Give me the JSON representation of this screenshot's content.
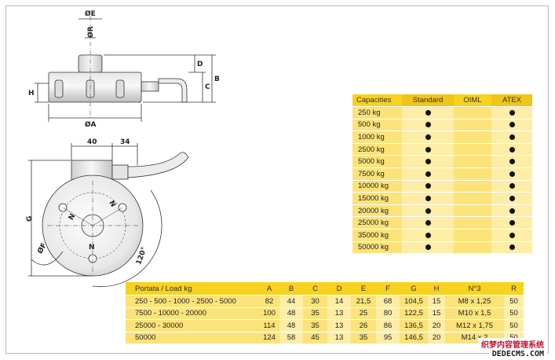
{
  "drawing": {
    "labels": {
      "E": "ØE",
      "R": "ØR",
      "D": "D",
      "C": "C",
      "B": "B",
      "H": "H",
      "A": "ØA",
      "dim40": "40",
      "dim34": "34",
      "G": "G",
      "F": "ØF",
      "angle": "120°",
      "N": "N"
    }
  },
  "capacities": {
    "headers": [
      "Capacities",
      "Standard",
      "OIML",
      "ATEX"
    ],
    "rows": [
      {
        "cap": "250 kg",
        "std": true,
        "oiml": false,
        "atex": true
      },
      {
        "cap": "500 kg",
        "std": true,
        "oiml": false,
        "atex": true
      },
      {
        "cap": "1000 kg",
        "std": true,
        "oiml": false,
        "atex": true
      },
      {
        "cap": "2500 kg",
        "std": true,
        "oiml": false,
        "atex": true
      },
      {
        "cap": "5000 kg",
        "std": true,
        "oiml": false,
        "atex": true
      },
      {
        "cap": "7500 kg",
        "std": true,
        "oiml": false,
        "atex": true
      },
      {
        "cap": "10000 kg",
        "std": true,
        "oiml": false,
        "atex": true
      },
      {
        "cap": "15000 kg",
        "std": true,
        "oiml": false,
        "atex": true
      },
      {
        "cap": "20000 kg",
        "std": true,
        "oiml": false,
        "atex": true
      },
      {
        "cap": "25000 kg",
        "std": true,
        "oiml": false,
        "atex": true
      },
      {
        "cap": "35000 kg",
        "std": true,
        "oiml": false,
        "atex": true
      },
      {
        "cap": "50000 kg",
        "std": true,
        "oiml": false,
        "atex": true
      }
    ]
  },
  "dimensions": {
    "headers": [
      "Portata / Load kg",
      "A",
      "B",
      "C",
      "D",
      "E",
      "F",
      "G",
      "H",
      "N°3",
      "R"
    ],
    "rows": [
      [
        "250 - 500 - 1000 - 2500 - 5000",
        "82",
        "44",
        "30",
        "14",
        "21,5",
        "68",
        "104,5",
        "15",
        "M8 x 1,25",
        "50"
      ],
      [
        "7500 - 10000 - 20000",
        "100",
        "48",
        "35",
        "13",
        "25",
        "80",
        "122,5",
        "15",
        "M10 x 1,5",
        "50"
      ],
      [
        "25000 - 30000",
        "114",
        "48",
        "35",
        "13",
        "26",
        "86",
        "136,5",
        "20",
        "M12 x 1,75",
        "50"
      ],
      [
        "50000",
        "124",
        "58",
        "45",
        "13",
        "35",
        "95",
        "146,5",
        "20",
        "M14 x 2",
        "50"
      ]
    ]
  },
  "watermark": {
    "line1": "织梦内容管理系统",
    "line2": "DEDECMS.COM"
  }
}
